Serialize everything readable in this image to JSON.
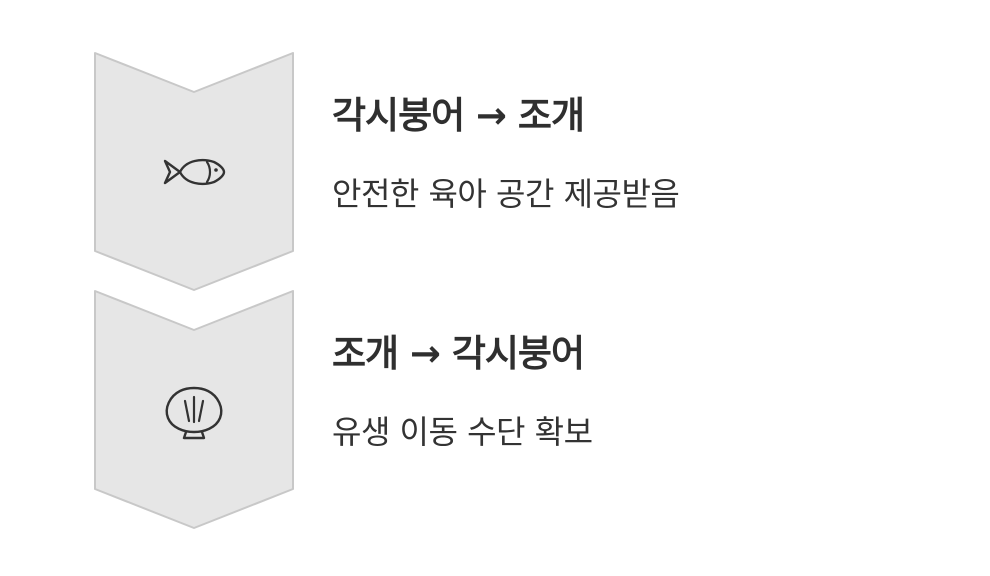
{
  "colors": {
    "chevron_fill": "#e6e6e6",
    "chevron_stroke": "#c8c8c8",
    "icon_stroke": "#333333",
    "text": "#333333"
  },
  "steps": [
    {
      "icon": "fish-icon",
      "title": "각시붕어 → 조개",
      "description": "안전한 육아 공간 제공받음"
    },
    {
      "icon": "shell-icon",
      "title": "조개 → 각시붕어",
      "description": "유생 이동 수단 확보"
    }
  ]
}
